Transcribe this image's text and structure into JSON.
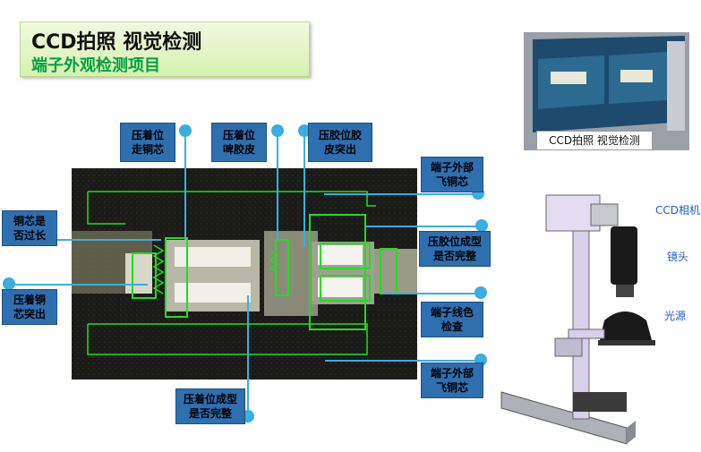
{
  "title": {
    "main": "CCD拍照  视觉检测",
    "sub": "端子外观检测项目"
  },
  "labels": {
    "crimp_copper": "压着位\n走铜芯",
    "crimp_skin": "压着位\n啤胶皮",
    "insul_skin": "压胶位胶\n皮突出",
    "fly_top": "端子外部\n飞铜芯",
    "copper_long": "铜芯是\n否过长",
    "insul_form": "压胶位成型\n是否完整",
    "crimp_protrude": "压着铜\n芯突出",
    "wire_color": "端子线色\n检查",
    "fly_bottom": "端子外部\n飞铜芯",
    "crimp_form": "压着位成型\n是否完整"
  },
  "screen_caption": "CCD拍照  视觉检测",
  "machine_labels": {
    "camera": "CCD相机",
    "lens": "镜头",
    "light": "光源"
  },
  "colors": {
    "label_bg": "#2e6fb0",
    "connector": "#3aaee0",
    "detect_box": "#22dd22",
    "title_green": "#00a040"
  }
}
